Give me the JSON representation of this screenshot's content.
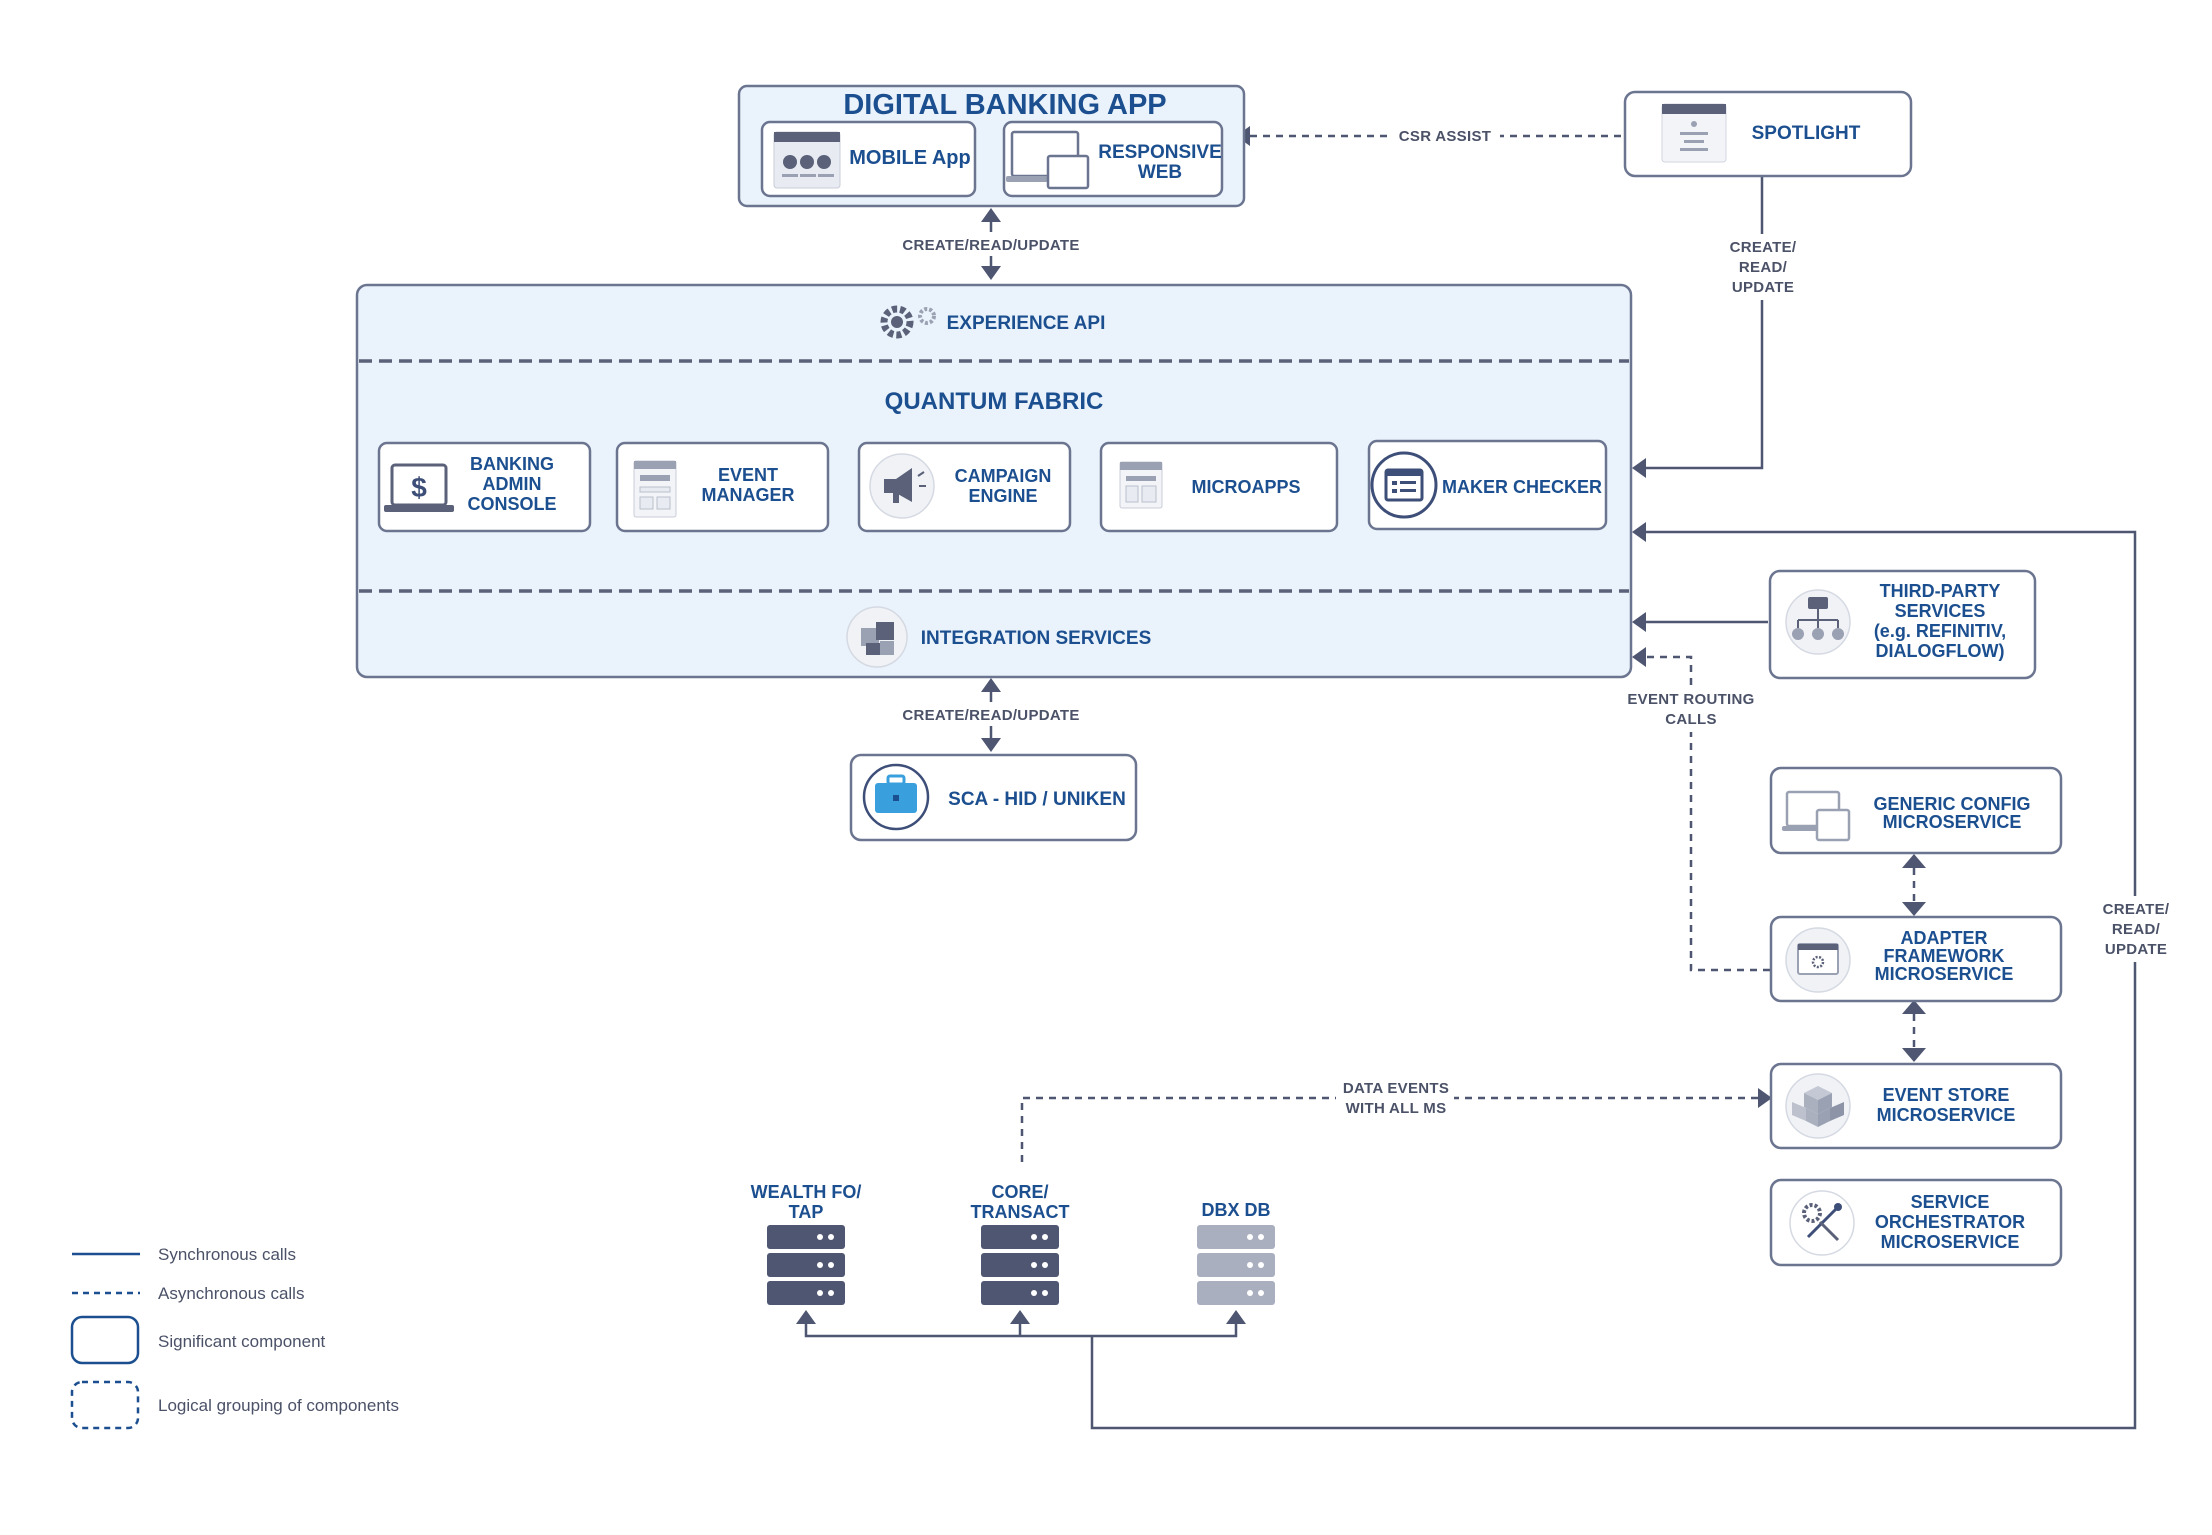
{
  "diagram": {
    "digital_banking_app": {
      "title": "DIGITAL BANKING APP",
      "mobile_app": "MOBILE App",
      "responsive_web_line1": "RESPONSIVE",
      "responsive_web_line2": "WEB"
    },
    "spotlight": {
      "label": "SPOTLIGHT"
    },
    "csr_assist": "CSR ASSIST",
    "create_read_update_top": "CREATE/READ/UPDATE",
    "create_read_update_bottom": "CREATE/READ/UPDATE",
    "spotlight_cru": {
      "line1": "CREATE/",
      "line2": "READ/",
      "line3": "UPDATE"
    },
    "right_cru": {
      "line1": "CREATE/",
      "line2": "READ/",
      "line3": "UPDATE"
    },
    "experience_api": "EXPERIENCE API",
    "quantum_fabric": "QUANTUM FABRIC",
    "components": {
      "banking_admin": {
        "line1": "BANKING",
        "line2": "ADMIN",
        "line3": "CONSOLE"
      },
      "event_manager": {
        "line1": "EVENT",
        "line2": "MANAGER"
      },
      "campaign_engine": {
        "line1": "CAMPAIGN",
        "line2": "ENGINE"
      },
      "microapps": "MICROAPPS",
      "maker_checker": "MAKER CHECKER"
    },
    "integration_services": "INTEGRATION SERVICES",
    "sca": "SCA - HID / UNIKEN",
    "third_party": {
      "line1": "THIRD-PARTY",
      "line2": "SERVICES",
      "line3": "(e.g. REFINITIV,",
      "line4": "DIALOGFLOW)"
    },
    "event_routing": {
      "line1": "EVENT ROUTING",
      "line2": "CALLS"
    },
    "generic_config": {
      "line1": "GENERIC CONFIG",
      "line2": "MICROSERVICE"
    },
    "adapter_framework": {
      "line1": "ADAPTER",
      "line2": "FRAMEWORK",
      "line3": "MICROSERVICE"
    },
    "event_store": {
      "line1": "EVENT STORE",
      "line2": "MICROSERVICE"
    },
    "service_orchestrator": {
      "line1": "SERVICE",
      "line2": "ORCHESTRATOR",
      "line3": "MICROSERVICE"
    },
    "data_events": {
      "line1": "DATA EVENTS",
      "line2": "WITH ALL MS"
    },
    "wealth": {
      "line1": "WEALTH FO/",
      "line2": "TAP"
    },
    "core": {
      "line1": "CORE/",
      "line2": "TRANSACT"
    },
    "dbx": "DBX DB"
  },
  "legend": {
    "sync": "Synchronous calls",
    "async": "Asynchronous calls",
    "significant": "Significant component",
    "logical": "Logical grouping of components"
  },
  "colors": {
    "title_blue": "#1c4f8f",
    "panel_fill": "#eaf3fb",
    "border": "#6b7590",
    "connector": "#4e5671"
  }
}
